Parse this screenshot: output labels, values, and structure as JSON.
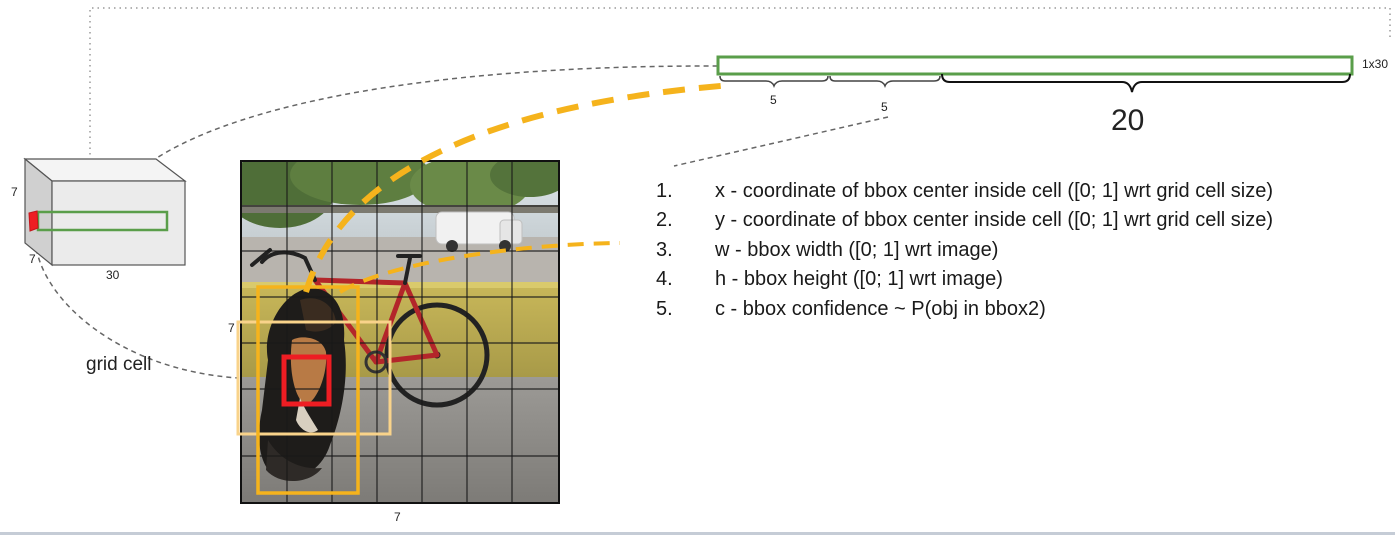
{
  "labels": {
    "cuboid_height": "7",
    "cuboid_depth": "7",
    "cuboid_width": "30",
    "grid_side": "7",
    "grid_bottom": "7",
    "vector_size": "1x30",
    "seg_bbox1": "5",
    "seg_bbox2": "5",
    "seg_classes": "20",
    "grid_cell": "grid cell"
  },
  "features": [
    {
      "num": "1.",
      "text": "x - coordinate of bbox center inside cell ([0; 1] wrt grid cell size)"
    },
    {
      "num": "2.",
      "text": "y - coordinate of bbox center inside cell ([0; 1] wrt grid cell size)"
    },
    {
      "num": "3.",
      "text": "w - bbox width ([0; 1] wrt image)"
    },
    {
      "num": "4.",
      "text": "h - bbox height ([0; 1] wrt image)"
    },
    {
      "num": "5.",
      "text": "c - bbox confidence ~ P(obj in bbox2)"
    }
  ],
  "colors": {
    "vector_outline": "#5a9e4a",
    "highlight_cell": "#ee1d23",
    "bbox_orange": "#f5b31c",
    "bbox_light": "#f9d38a",
    "dashed_orange": "#f5b31c",
    "dashed_gray": "#666666",
    "grid_line": "#1a1a1a"
  },
  "icons": {
    "photo": "dog-and-bicycle-photo"
  }
}
